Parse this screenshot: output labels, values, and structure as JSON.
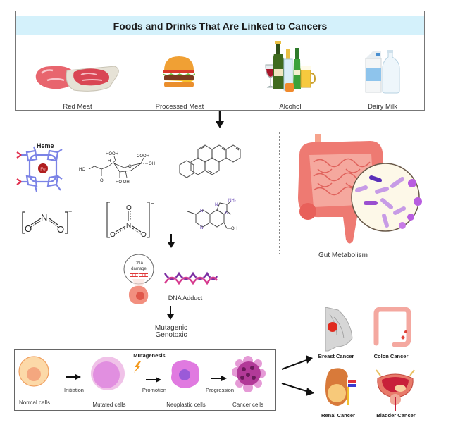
{
  "foods": {
    "title": "Foods and Drinks That Are Linked to Cancers",
    "items": [
      {
        "label": "Red Meat",
        "icon": "red-meat-icon"
      },
      {
        "label": "Processed Meat",
        "icon": "burger-icon"
      },
      {
        "label": "Alcohol",
        "icon": "alcohol-bottles-icon"
      },
      {
        "label": "Dairy Milk",
        "icon": "milk-carton-icon"
      }
    ]
  },
  "compounds": {
    "heme_label": "Heme",
    "heme_center": "Fe",
    "neu5gc": {
      "cooh_top": "HOOH",
      "cooh_right": "COOH",
      "oh_right": "OH",
      "ho_left": "HO",
      "ho_oh_bottom": "HO OH",
      "h_label": "H"
    },
    "nitrite": {
      "n": "N",
      "o": "O",
      "charge": "−"
    },
    "nitrate": {
      "n": "N",
      "o": "O",
      "charge": "−"
    },
    "hca": {
      "nh2": "NH₂",
      "n": "N",
      "oh": "OH"
    }
  },
  "dna": {
    "damage_label_1": "DNA",
    "damage_label_2": "damage",
    "adduct_label": "DNA Adduct",
    "outcome_1": "Mutagenic",
    "outcome_2": "Genotoxic"
  },
  "gut": {
    "label": "Gut Metabolism"
  },
  "progression": {
    "mutagenesis_label": "Mutagenesis",
    "stages": [
      {
        "label": "Normal cells"
      },
      {
        "label": "Mutated cells"
      },
      {
        "label": "Neoplastic cells"
      },
      {
        "label": "Cancer cells"
      }
    ],
    "transitions": [
      "Initiation",
      "Promotion",
      "Progression"
    ]
  },
  "cancers": [
    {
      "label": "Breast Cancer"
    },
    {
      "label": "Colon Cancer"
    },
    {
      "label": "Renal Cancer"
    },
    {
      "label": "Bladder Cancer"
    }
  ],
  "colors": {
    "header_band": "#d4f1fb",
    "heme_ring": "#7b83e6",
    "iron": "#b01e1e",
    "gut": "#ee7a72",
    "bacteria": "#c48be0",
    "normal_cell": "#fcd9a8",
    "mutated_cell": "#e18fe0",
    "cancer_cell": "#9b2a7f"
  }
}
